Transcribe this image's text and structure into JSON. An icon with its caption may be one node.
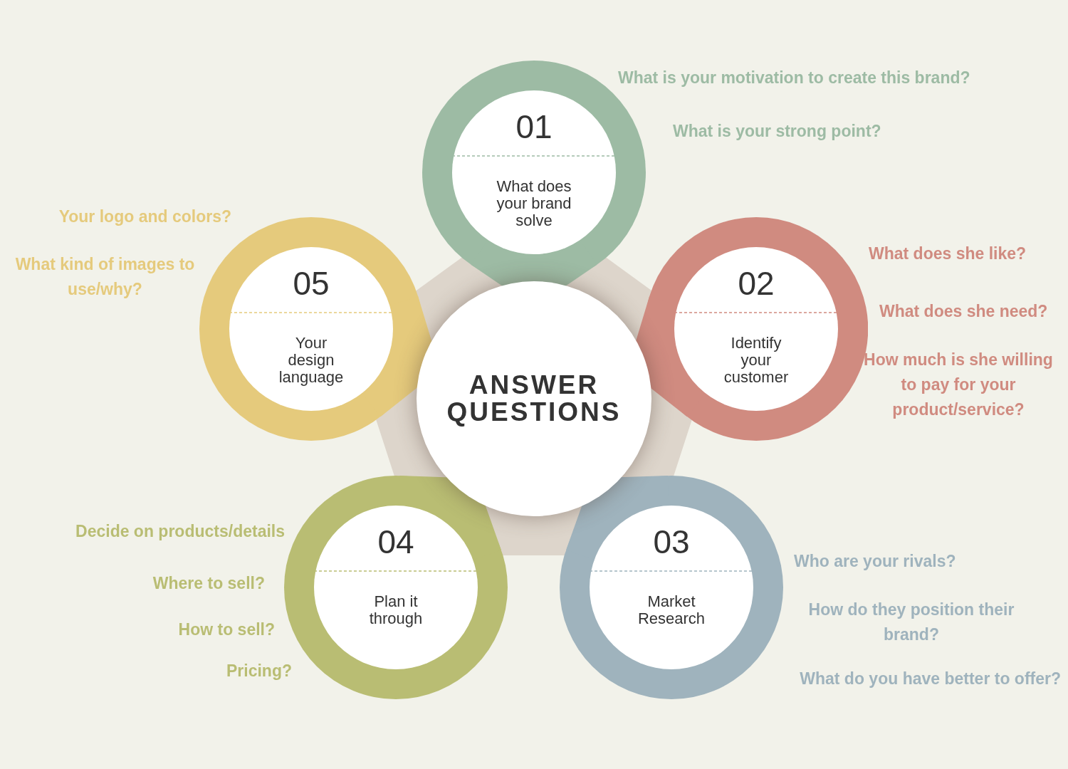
{
  "diagram": {
    "nodes": [
      {
        "text": [
          "ANSWER QUESTIONS"
        ]
      },
      {
        "text": [
          "01",
          "What does your brand solve"
        ],
        "beside": [
          "What is your motivation to create this brand?",
          "What is your strong point?"
        ]
      },
      {
        "text": [
          "02",
          "Identify your customer"
        ],
        "beside": [
          "What does she like?",
          "What does she need?",
          "How much is she willing to pay for your product/service?"
        ]
      },
      {
        "text": [
          "03",
          "Market Research"
        ],
        "beside": [
          "Who are your rivals?",
          "How do they position their brand?",
          "What do you have better to offer?"
        ]
      },
      {
        "text": [
          "04",
          "Plan it through"
        ],
        "beside": [
          "Decide on products/details",
          "Where to sell?",
          "How to sell?",
          "Pricing?"
        ]
      },
      {
        "text": [
          "05",
          "Your design language"
        ],
        "beside": [
          "Your logo and colors?",
          "What kind of images to use/why?"
        ]
      }
    ],
    "edges": []
  }
}
